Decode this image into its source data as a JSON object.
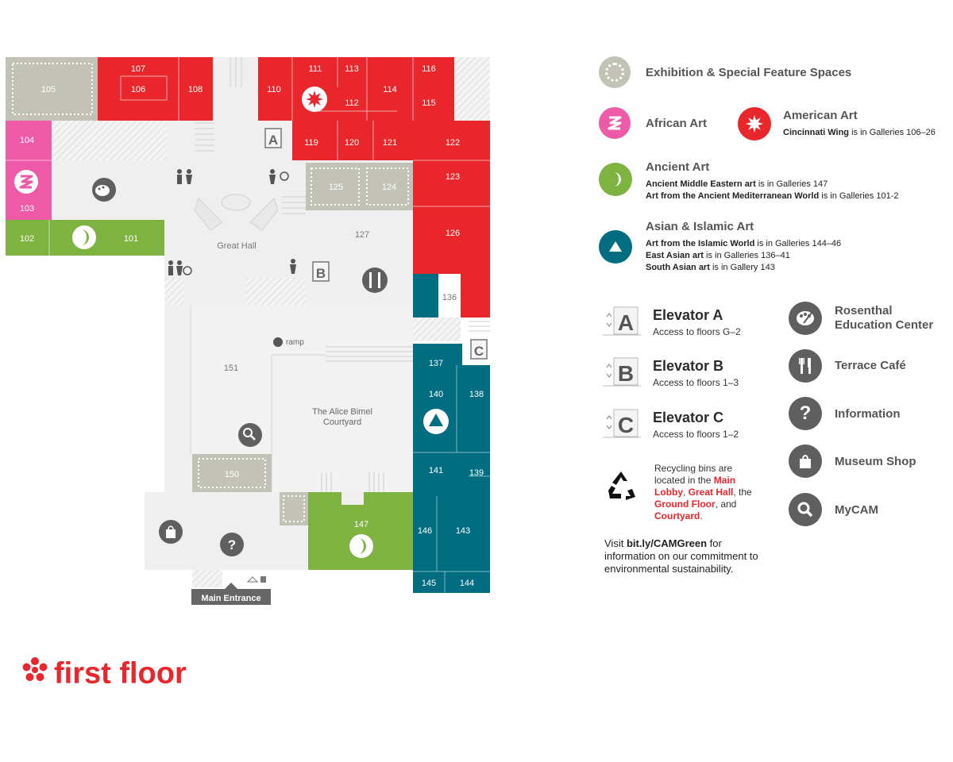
{
  "colors": {
    "american": "#e8262b",
    "african": "#ef5aa8",
    "ancient": "#7fb341",
    "asian": "#006e80",
    "exhibition": "#c2c2b6",
    "floor": "#efefef",
    "service_icon": "#5f5f5f"
  },
  "map": {
    "great_hall": "Great Hall",
    "courtyard_line1": "The Alice Bimel",
    "courtyard_line2": "Courtyard",
    "ramp": "ramp",
    "main_entrance": "Main Entrance",
    "elevator_a_letter": "A",
    "elevator_b_letter": "B",
    "elevator_c_letter": "C",
    "galleries": {
      "g101": "101",
      "g102": "102",
      "g103": "103",
      "g104": "104",
      "g105": "105",
      "g106": "106",
      "g107": "107",
      "g108": "108",
      "g110": "110",
      "g111": "111",
      "g112": "112",
      "g113": "113",
      "g114": "114",
      "g115": "115",
      "g116": "116",
      "g119": "119",
      "g120": "120",
      "g121": "121",
      "g122": "122",
      "g123": "123",
      "g124": "124",
      "g125": "125",
      "g126": "126",
      "g127": "127",
      "g136": "136",
      "g137": "137",
      "g138": "138",
      "g139": "139",
      "g140": "140",
      "g141": "141",
      "g143": "143",
      "g144": "144",
      "g145": "145",
      "g146": "146",
      "g147": "147",
      "g150": "150",
      "g151": "151"
    }
  },
  "legend": {
    "exhibition": "Exhibition & Special Feature Spaces",
    "african": "African Art",
    "american": "American Art",
    "american_note_bold": "Cincinnati Wing",
    "american_note_rest": " is in Galleries 106–26",
    "ancient": "Ancient Art",
    "ancient_note1_bold": "Ancient Middle Eastern art",
    "ancient_note1_rest": " is in Galleries 147",
    "ancient_note2_bold": "Art from the Ancient Mediterranean World",
    "ancient_note2_rest": " is in Galleries 101-2",
    "asian": "Asian & Islamic Art",
    "asian_note1_bold": "Art from the Islamic World",
    "asian_note1_rest": " is in Galleries 144–46",
    "asian_note2_bold": "East Asian art",
    "asian_note2_rest": " is in Galleries 136–41",
    "asian_note3_bold": "South Asian art",
    "asian_note3_rest": " is in Gallery 143"
  },
  "elevators": [
    {
      "letter": "A",
      "title": "Elevator A",
      "access": "Access to floors G–2"
    },
    {
      "letter": "B",
      "title": "Elevator B",
      "access": "Access to floors 1–3"
    },
    {
      "letter": "C",
      "title": "Elevator C",
      "access": "Access to floors 1–2"
    }
  ],
  "services": {
    "rosenthal_line1": "Rosenthal",
    "rosenthal_line2": "Education Center",
    "cafe": "Terrace Café",
    "information": "Information",
    "shop": "Museum Shop",
    "mycam": "MyCAM"
  },
  "recycling": {
    "p1": "Recycling bins are located in the ",
    "main_lobby": "Main Lobby",
    "comma1": ", ",
    "great_hall": "Great Hall",
    "p2": ", the ",
    "ground_floor": "Ground Floor",
    "p3": ", and ",
    "courtyard": "Courtyard",
    "p4": "."
  },
  "visit": {
    "prefix": "Visit ",
    "link": "bit.ly/CAMGreen",
    "suffix": " for information on our commitment to environmental sustainability."
  },
  "floor_title": "first floor"
}
